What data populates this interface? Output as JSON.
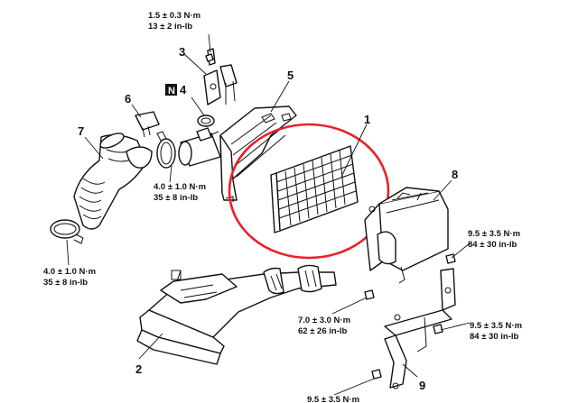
{
  "colors": {
    "highlight": "#e8212a",
    "ink": "#111111",
    "badge_bg": "#111111",
    "badge_fg": "#ffffff"
  },
  "callouts": {
    "p1": "1",
    "p2": "2",
    "p3": "3",
    "p4": "4",
    "p5": "5",
    "p6": "6",
    "p7": "7",
    "p8": "8",
    "p9": "9"
  },
  "badge": {
    "text": "N"
  },
  "torques": {
    "t_top": {
      "nm": "1.5 ± 0.3 N·m",
      "inlb": "13 ± 2 in-lb"
    },
    "t_clamp": {
      "nm": "4.0 ± 1.0 N·m",
      "inlb": "35 ± 8 in-lb"
    },
    "t_clamp_lo": {
      "nm": "4.0 ± 1.0 N·m",
      "inlb": "35 ± 8 in-lb"
    },
    "t_right_hi": {
      "nm": "9.5 ± 3.5 N·m",
      "inlb": "84 ± 30 in-lb"
    },
    "t_center": {
      "nm": "7.0 ± 3.0 N·m",
      "inlb": "62 ± 26 in-lb"
    },
    "t_right_lo": {
      "nm": "9.5 ± 3.5 N·m",
      "inlb": "84 ± 30 in-lb"
    },
    "t_bottom": {
      "nm": "9.5 ± 3.5 N·m"
    }
  }
}
